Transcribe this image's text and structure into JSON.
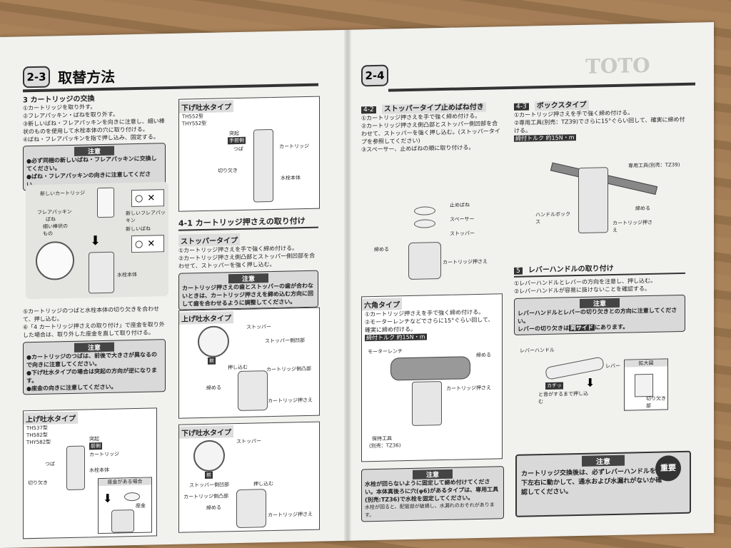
{
  "left": {
    "badge": "2-3",
    "title": "取替方法",
    "cart": {
      "head": "3 カートリッジの交換",
      "steps": [
        "①カートリッジを取り外す。",
        "②フレアパッキン・ばねを取り外す。",
        "③新しいばね・フレアパッキンを向きに注意し、細い棒状のものを使用して水栓本体の穴に取り付ける。",
        "④ばね・フレアパッキンを指で押し込み、固定する。"
      ],
      "note_title": "注意",
      "notes": [
        "●必ず同梱の新しいばね・フレアパッキンに交換してください。",
        "●ばね・フレアパッキンの向きに注意してください。"
      ],
      "labels": {
        "new_cart": "新しいカートリッジ",
        "flare": "フレアパッキン",
        "spring": "ばね",
        "rod": "細い棒状のもの",
        "new_flare": "新しいフレアパッキン",
        "new_spring": "新しいばね",
        "body": "水栓本体"
      },
      "steps2": [
        "⑤カートリッジのつばと水栓本体の切り欠きを合わせて、押し込む。",
        "⑥「4 カートリッジ押さえの取り付け」で座金を取り外した場合は、取り外した座金を直して取り付ける。"
      ],
      "note2_title": "注意",
      "notes2": [
        "●カートリッジのつばは、前後で大きさが異なるので向きに注意してください。",
        "●下げ吐水タイプの場合は突起の方向が逆になります。",
        "●座金の向きに注意してください。"
      ],
      "age_head": "上げ吐水タイプ",
      "age_models": [
        "TH537型",
        "TH582型",
        "THY582型"
      ],
      "age_labels": {
        "tsuba": "つば",
        "protrusion": "突起",
        "front": "前側",
        "cart": "カートリッジ",
        "notch": "切り欠き",
        "body": "水栓本体"
      },
      "washer_head": "座金がある場合",
      "washer_label": "座金"
    },
    "sage": {
      "head": "下げ吐水タイプ",
      "models": [
        "TH552型",
        "THY552型"
      ],
      "labels": {
        "protrusion": "突起",
        "front": "手前側",
        "tsuba": "つば",
        "cart": "カートリッジ",
        "notch": "切り欠き",
        "body": "水栓本体"
      }
    },
    "press": {
      "head": "4-1 カートリッジ押さえの取り付け",
      "stopper_head": "ストッパータイプ",
      "steps": [
        "①カートリッジ押さえを手で強く締め付ける。",
        "②カートリッジ押さえ側凸部とストッパー側凹部を合わせて、ストッパーを強く押し込む。"
      ],
      "note_title": "注意",
      "note": "カートリッジ押さえの歯とストッパーの歯が合わないときは、カートリッジ押さえを締め込む方向に回して歯を合わせるように調整してください。",
      "age_head": "上げ吐水タイプ",
      "age_labels": {
        "stopper": "ストッパー",
        "stopper_concave": "ストッパー側凹部",
        "front": "前",
        "push": "押し込む",
        "convex": "カートリッジ側凸部",
        "tighten": "締める",
        "press": "カートリッジ押さえ"
      },
      "sage_head": "下げ吐水タイプ",
      "sage_labels": {
        "stopper": "ストッパー",
        "front": "前",
        "stopper_concave": "ストッパー側凹部",
        "push": "押し込む",
        "convex": "カートリッジ側凸部",
        "tighten": "締める",
        "press": "カートリッジ押さえ"
      }
    }
  },
  "right": {
    "badge": "2-4",
    "brand": "TOTO",
    "stop": {
      "num": "4-2",
      "head": "ストッパータイプ止めばね付き",
      "steps": [
        "①カートリッジ押さえを手で強く締め付ける。",
        "②カートリッジ押さえ側凸部とストッパー側凹部を合わせて、ストッパーを強く押し込む。(ストッパータイプを参照してください)",
        "③スペーサー、止めばねの順に取り付ける。"
      ],
      "labels": {
        "spring": "止めばね",
        "spacer": "スペーサー",
        "stopper": "ストッパー",
        "tighten": "締める",
        "press": "カートリッジ押さえ"
      }
    },
    "hex": {
      "head": "六角タイプ",
      "steps": [
        "①カートリッジ押さえを手で強く締め付ける。",
        "②モーターレンチなどでさらに15°ぐらい回して、確実に締め付ける。"
      ],
      "torque": "締付トルク 約15N・m",
      "labels": {
        "wrench": "モーターレンチ",
        "tighten": "締める",
        "press": "カートリッジ押さえ",
        "hold_tool": "保持工具",
        "hold_code": "(別売：TZ36)"
      }
    },
    "hexnote": {
      "title": "注意",
      "text": "水栓が回らないように固定して締め付けてください。本体真後ろに穴(φ6)があるタイプは、専用工具(別売:TZ36)で水栓を固定してください。",
      "sub": "水栓が回ると、配管部が破損し、水漏れのおそれがあります。"
    },
    "box": {
      "num": "4-3",
      "head": "ボックスタイプ",
      "steps": [
        "①カートリッジ押さえを手で強く締め付ける。",
        "②専用工具(別売：TZ39)でさらに15°ぐらい回して、確実に締め付ける。"
      ],
      "torque": "締付トルク 約15N・m",
      "labels": {
        "tool": "専用工具(別売：TZ39)",
        "handle_box": "ハンドルボックス",
        "tighten": "締める",
        "press": "カートリッジ押さえ"
      }
    },
    "lever": {
      "num": "5",
      "head": "レバーハンドルの取り付け",
      "steps": [
        "①レバーハンドルとレバーの方向を注意し、押し込む。",
        "②レバーハンドルが容易に抜けないことを確認する。"
      ],
      "note_title": "注意",
      "note": "レバーハンドルとレバーの切り欠きとの方向に注意してください。",
      "note2_prefix": "レバーの切り欠きは",
      "note2_hl": "両サイド",
      "note2_suffix": "にあります。",
      "labels": {
        "handle": "レバーハンドル",
        "lever": "レバー",
        "zoom": "拡大図",
        "click": "カチッ",
        "click2": "と音がするまで押し込む",
        "notch": "切り欠き部"
      }
    },
    "final": {
      "title": "注意",
      "badge": "重要",
      "text": "カートリッジ交換後は、必ずレバーハンドルを上下左右に動かして、通水および水漏れがないか確認してください。"
    }
  }
}
